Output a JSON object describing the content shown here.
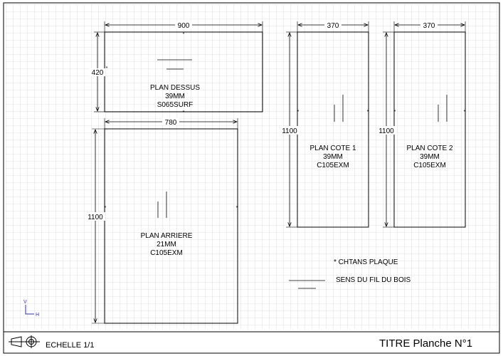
{
  "views": [
    {
      "id": "plan-dessus",
      "lines": [
        "PLAN DESSUS",
        "39MM",
        "S065SURF"
      ],
      "width_label": "900",
      "height_label": "420"
    },
    {
      "id": "plan-arriere",
      "lines": [
        "PLAN ARRIERE",
        "21MM",
        "C105EXM"
      ],
      "width_label": "780",
      "height_label": "1100"
    },
    {
      "id": "plan-cote-1",
      "lines": [
        "PLAN COTE 1",
        "39MM",
        "C105EXM"
      ],
      "width_label": "370",
      "height_label": "1100"
    },
    {
      "id": "plan-cote-2",
      "lines": [
        "PLAN COTE 2",
        "39MM",
        "C105EXM"
      ],
      "width_label": "370",
      "height_label": "1100"
    }
  ],
  "legend": {
    "chants": "* CHTANS PLAQUE",
    "grain": "SENS DU FIL DU BOIS"
  },
  "marker": "*",
  "axes": {
    "v": "V",
    "h": "H"
  },
  "footer": {
    "scale": "ECHELLE 1/1",
    "title": "TITRE Planche N°1"
  },
  "colors": {
    "grid": "#c8c8c8",
    "line": "#000000",
    "axis": "#3030a0"
  }
}
